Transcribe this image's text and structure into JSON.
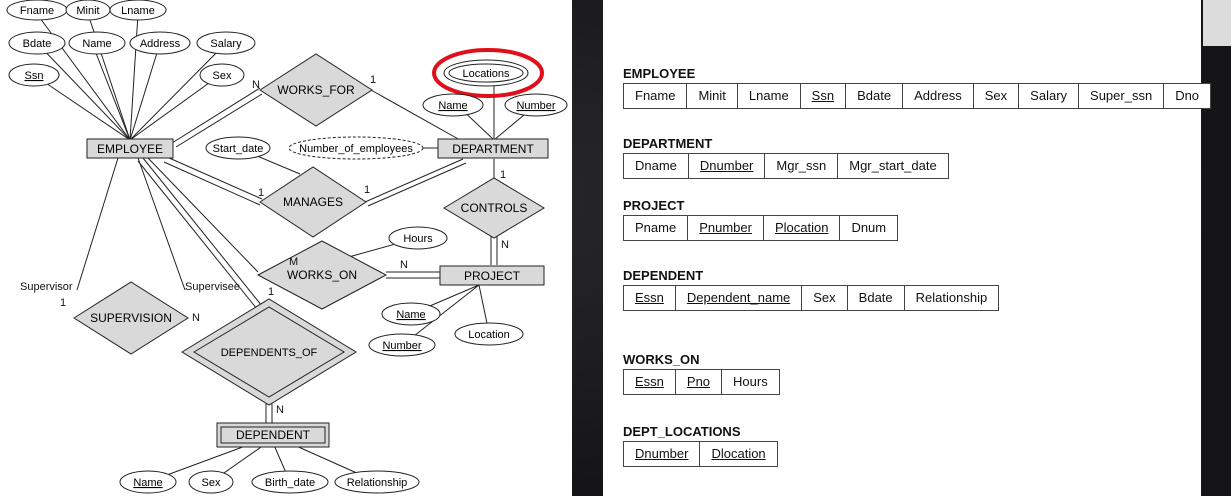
{
  "er_diagram": {
    "entities": {
      "employee": "EMPLOYEE",
      "department": "DEPARTMENT",
      "project": "PROJECT",
      "dependent": "DEPENDENT"
    },
    "relationships": {
      "works_for": "WORKS_FOR",
      "manages": "MANAGES",
      "controls": "CONTROLS",
      "works_on": "WORKS_ON",
      "supervision": "SUPERVISION",
      "dependents_of": "DEPENDENTS_OF"
    },
    "attributes": {
      "fname": "Fname",
      "minit": "Minit",
      "lname": "Lname",
      "bdate": "Bdate",
      "name": "Name",
      "address": "Address",
      "salary": "Salary",
      "ssn": "Ssn",
      "sex": "Sex",
      "locations": "Locations",
      "dept_name": "Name",
      "dept_number": "Number",
      "start_date": "Start_date",
      "number_of_employees": "Number_of_employees",
      "hours": "Hours",
      "proj_name": "Name",
      "proj_number": "Number",
      "proj_location": "Location",
      "dep_name": "Name",
      "dep_sex": "Sex",
      "birth_date": "Birth_date",
      "relationship": "Relationship"
    },
    "cardinalities": {
      "works_for_emp": "N",
      "works_for_dept": "1",
      "manages_emp": "1",
      "manages_dept": "1",
      "controls_dept": "1",
      "controls_proj": "N",
      "works_on_emp": "M",
      "works_on_proj": "N",
      "supervision_sup": "1",
      "supervision_sub": "N",
      "dependents_emp": "1",
      "dependents_dep": "N"
    },
    "roles": {
      "supervisor": "Supervisor",
      "supervisee": "Supervisee"
    },
    "highlight_color": "#e0101a"
  },
  "schema": {
    "relations": [
      {
        "name": "EMPLOYEE",
        "attributes": [
          "Fname",
          "Minit",
          "Lname",
          "Ssn",
          "Bdate",
          "Address",
          "Sex",
          "Salary",
          "Super_ssn",
          "Dno"
        ],
        "keys": [
          "Ssn"
        ]
      },
      {
        "name": "DEPARTMENT",
        "attributes": [
          "Dname",
          "Dnumber",
          "Mgr_ssn",
          "Mgr_start_date"
        ],
        "keys": [
          "Dnumber"
        ]
      },
      {
        "name": "PROJECT",
        "attributes": [
          "Pname",
          "Pnumber",
          "Plocation",
          "Dnum"
        ],
        "keys": [
          "Pnumber",
          "Plocation"
        ]
      },
      {
        "name": "DEPENDENT",
        "attributes": [
          "Essn",
          "Dependent_name",
          "Sex",
          "Bdate",
          "Relationship"
        ],
        "keys": [
          "Essn",
          "Dependent_name"
        ]
      },
      {
        "name": "WORKS_ON",
        "attributes": [
          "Essn",
          "Pno",
          "Hours"
        ],
        "keys": [
          "Essn",
          "Pno"
        ]
      },
      {
        "name": "DEPT_LOCATIONS",
        "attributes": [
          "Dnumber",
          "Dlocation"
        ],
        "keys": [
          "Dnumber",
          "Dlocation"
        ]
      }
    ]
  }
}
